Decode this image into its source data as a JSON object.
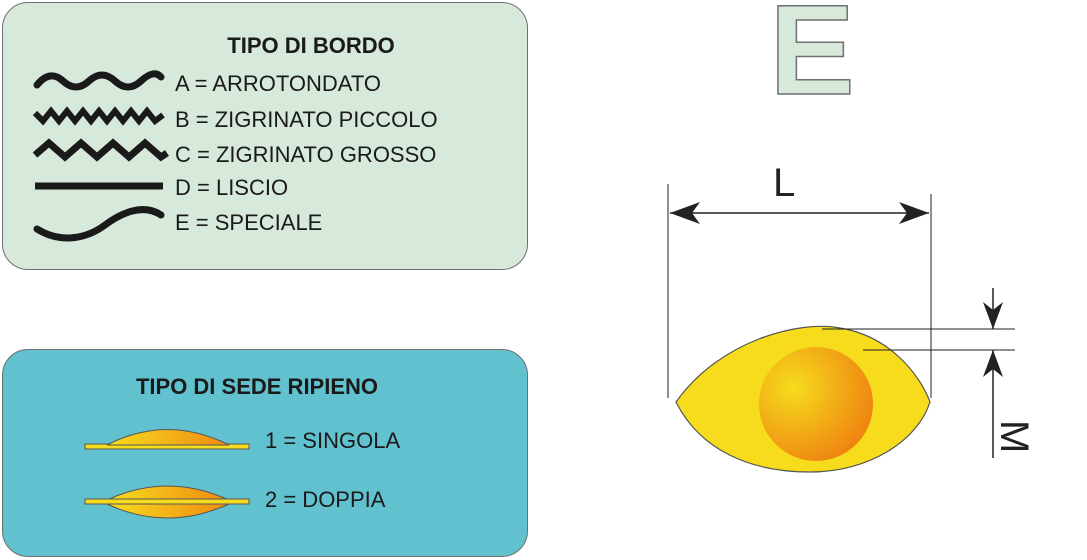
{
  "bordo_panel": {
    "title": "TIPO DI BORDO",
    "items": [
      {
        "icon": "rounded-wave-icon",
        "label": "A = ARROTONDATO"
      },
      {
        "icon": "small-zigzag-icon",
        "label": "B = ZIGRINATO PICCOLO"
      },
      {
        "icon": "large-zigzag-icon",
        "label": "C = ZIGRINATO GROSSO"
      },
      {
        "icon": "straight-line-icon",
        "label": "D = LISCIO"
      },
      {
        "icon": "s-curve-icon",
        "label": "E = SPECIALE"
      }
    ]
  },
  "sede_panel": {
    "title": "TIPO DI SEDE RIPIENO",
    "items": [
      {
        "icon": "single-seat-icon",
        "label": "1 = SINGOLA"
      },
      {
        "icon": "double-seat-icon",
        "label": "2 = DOPPIA"
      }
    ]
  },
  "selected_type_letter": "E",
  "dimensions": {
    "length_label": "L",
    "height_label": "M"
  },
  "colors": {
    "bordo_panel_bg": "#d7e9da",
    "sede_panel_bg": "#62c1cf",
    "shape_yellow": "#f6dc1d",
    "filling_orange": "#f08a12"
  }
}
